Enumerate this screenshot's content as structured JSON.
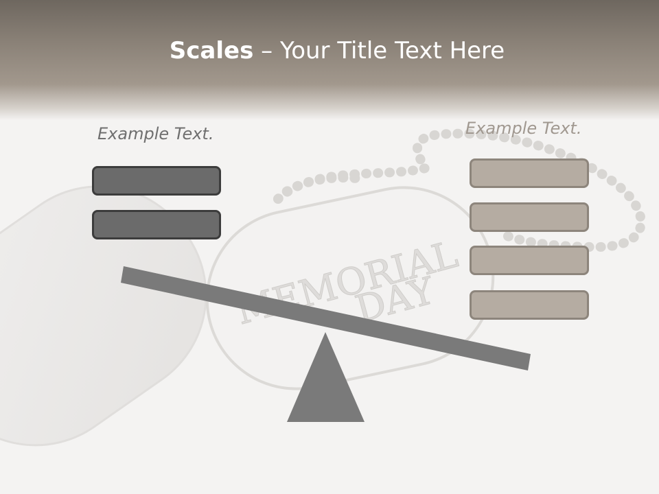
{
  "slide": {
    "title_bold": "Scales",
    "title_rest": " – Your Title Text Here",
    "left_label": "Example Text.",
    "right_label": "Example Text.",
    "background_text": "MEMORIAL DAY",
    "left_boxes": [
      "",
      ""
    ],
    "right_boxes": [
      "",
      "",
      "",
      ""
    ]
  },
  "colors": {
    "header": "#8a8177",
    "dark_box": "#6b6b6b",
    "tan_box": "#b5aca2",
    "beam": "#7a7a7a"
  }
}
